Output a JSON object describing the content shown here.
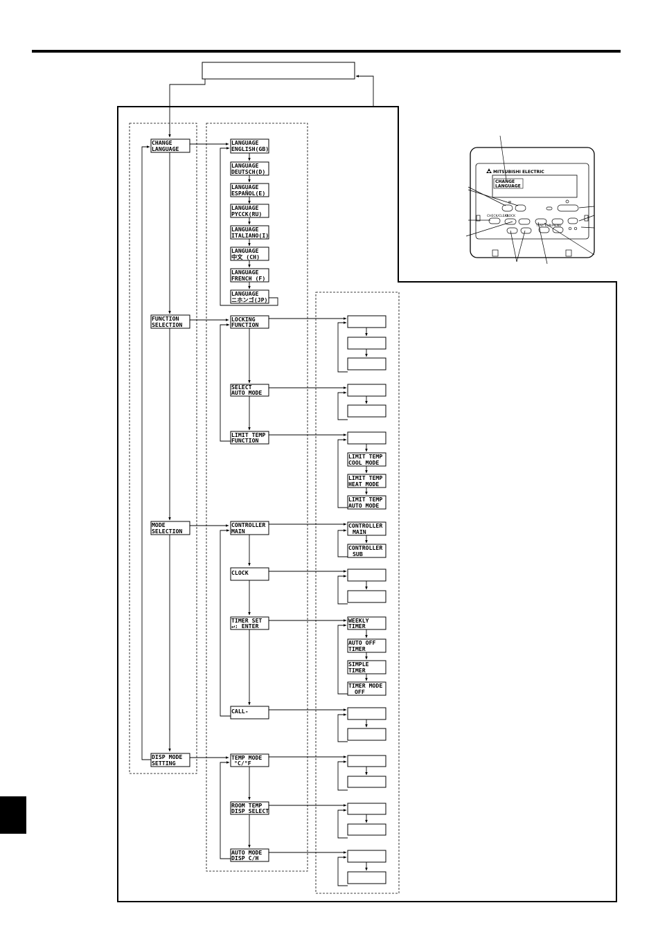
{
  "level1": [
    {
      "line1": "CHANGE",
      "line2": "LANGUAGE"
    },
    {
      "line1": "FUNCTION",
      "line2": "SELECTION"
    },
    {
      "line1": "MODE",
      "line2": "SELECTION"
    },
    {
      "line1": "DISP MODE",
      "line2": "SETTING"
    }
  ],
  "languages": [
    {
      "line1": "LANGUAGE",
      "line2": "ENGLISH(GB)"
    },
    {
      "line1": "LANGUAGE",
      "line2": "DEUTSCH(D)"
    },
    {
      "line1": "LANGUAGE",
      "line2": "ESPAÑOL(E)"
    },
    {
      "line1": "LANGUAGE",
      "line2": "PYCCK(RU)"
    },
    {
      "line1": "LANGUAGE",
      "line2": "ITALIANO(I)"
    },
    {
      "line1": "LANGUAGE",
      "line2": "中文  (CH)"
    },
    {
      "line1": "LANGUAGE",
      "line2": "FRENCH (F)"
    },
    {
      "line1": "LANGUAGE",
      "line2": "ニホンゴ(JP)"
    }
  ],
  "function_items": [
    {
      "line1": "LOCKING",
      "line2": "FUNCTION"
    },
    {
      "line1": "SELECT",
      "line2": "AUTO MODE"
    },
    {
      "line1": "LIMIT TEMP",
      "line2": "FUNCTION"
    }
  ],
  "mode_items": [
    {
      "line1": "CONTROLLER",
      "line2": "MAIN"
    },
    {
      "line1": "CLOCK",
      "line2": ""
    },
    {
      "line1": "TIMER SET",
      "line2": "↵: ENTER"
    },
    {
      "line1": "CALL-",
      "line2": ""
    }
  ],
  "disp_items": [
    {
      "line1": "TEMP MODE",
      "line2": "°C/°F"
    },
    {
      "line1": "ROOM TEMP",
      "line2": "DISP SELECT"
    },
    {
      "line1": "AUTO MODE",
      "line2": "DISP C/H"
    }
  ],
  "limit_temp_options": [
    {
      "line1": "LIMIT TEMP",
      "line2": "COOL MODE"
    },
    {
      "line1": "LIMIT TEMP",
      "line2": "HEAT MODE"
    },
    {
      "line1": "LIMIT TEMP",
      "line2": "AUTO MODE"
    }
  ],
  "controller_options": [
    {
      "line1": "CONTROLLER",
      "line2": "MAIN"
    },
    {
      "line1": "CONTROLLER",
      "line2": "SUB"
    }
  ],
  "timer_options": [
    {
      "line1": "WEEKLY",
      "line2": "TIMER"
    },
    {
      "line1": "AUTO OFF",
      "line2": "TIMER"
    },
    {
      "line1": "SIMPLE",
      "line2": "TIMER"
    },
    {
      "line1": "TIMER MODE",
      "line2": "OFF"
    }
  ],
  "remote": {
    "brand": "MITSUBISHI ELECTRIC",
    "screen_line1": "CHANGE",
    "screen_line2": "LANGUAGE",
    "check_label": "CHECK/CLEAR",
    "clock_label": "CLOCK",
    "test_label": "TEST RUN",
    "menu_label": "MENU"
  }
}
